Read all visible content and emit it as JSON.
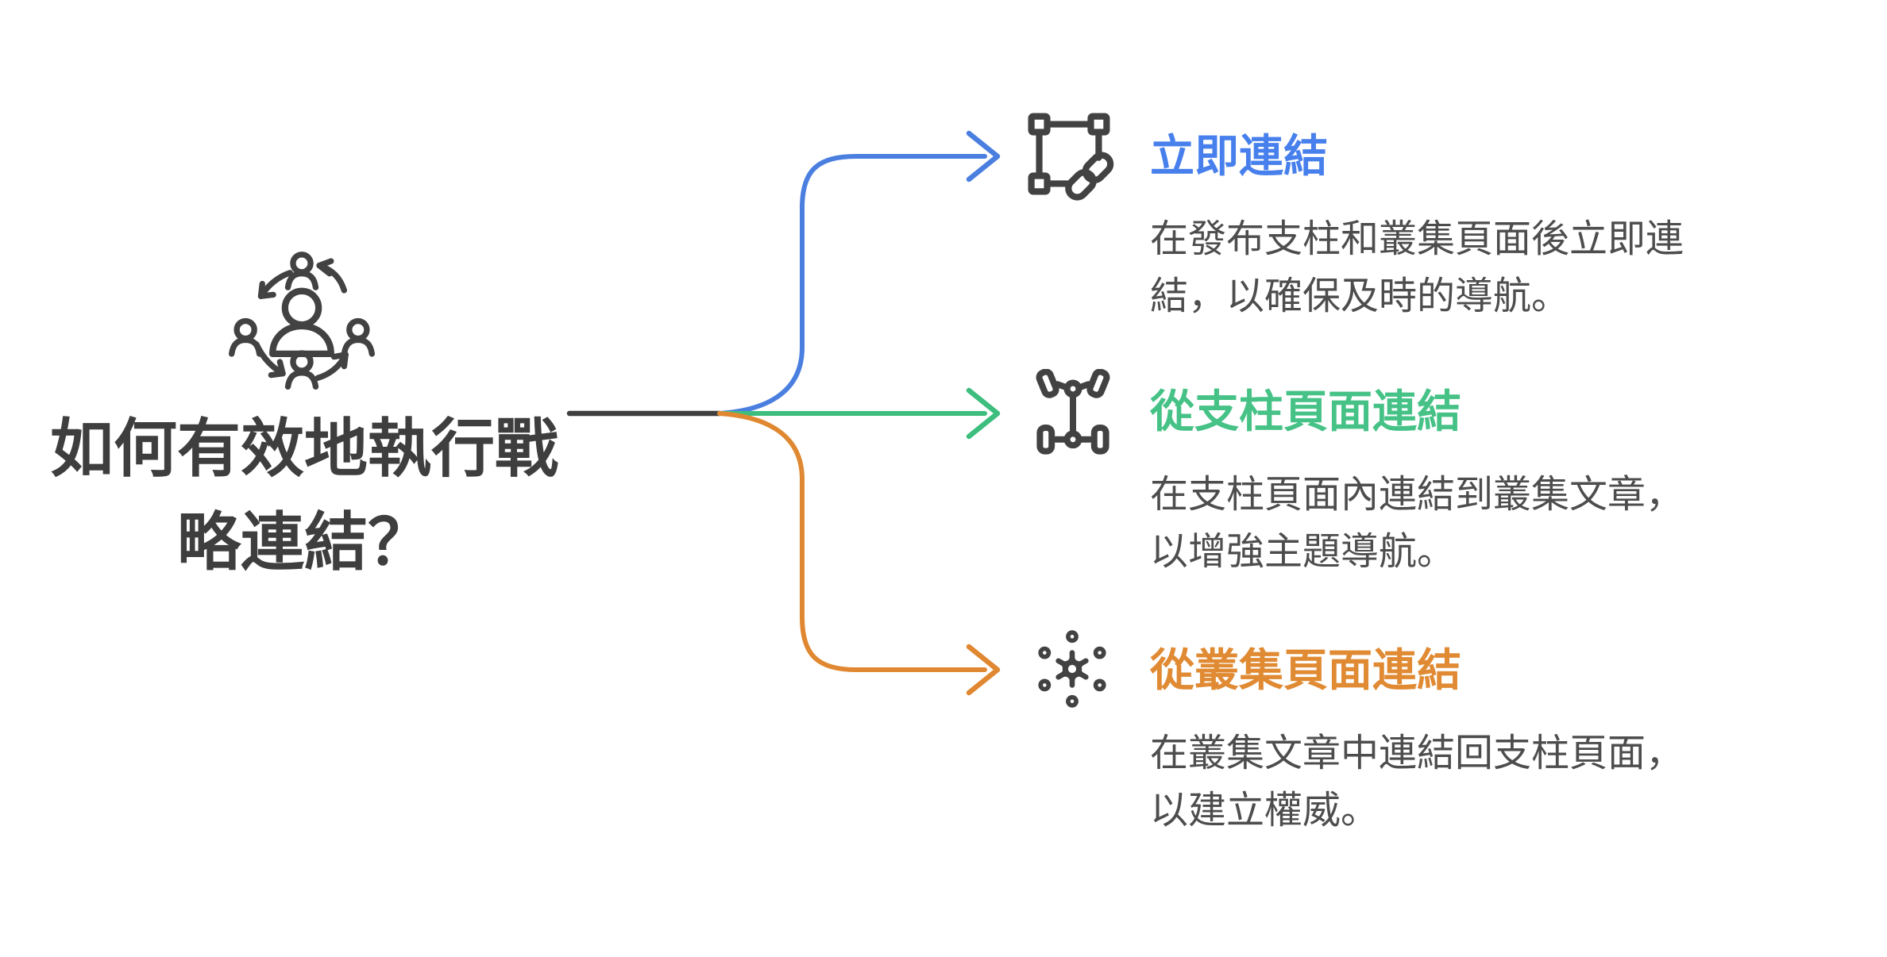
{
  "root": {
    "title": "如何有效地執行戰略連結？",
    "icon": "people-cycle-icon"
  },
  "branches": [
    {
      "id": "immediate-linking",
      "title": "立即連結",
      "description": "在發布支柱和叢集頁面後立即連結，以確保及時的導航。",
      "icon": "selection-link-icon",
      "color": "#4780EC",
      "arrow_color": "#4A7FE0"
    },
    {
      "id": "link-from-pillar-pages",
      "title": "從支柱頁面連結",
      "description": "在支柱頁面內連結到叢集文章，以增強主題導航。",
      "icon": "chassis-icon",
      "color": "#46C287",
      "arrow_color": "#3DBE7E"
    },
    {
      "id": "link-from-cluster-pages",
      "title": "從叢集頁面連結",
      "description": "在叢集文章中連結回支柱頁面，以建立權威。",
      "icon": "hub-arrows-icon",
      "color": "#E08A33",
      "arrow_color": "#E08831"
    }
  ],
  "colors": {
    "ink": "#424242",
    "trunk_line": "#3F3F3F",
    "body_text": "#4D4D4D",
    "root_title": "#3E3E3E",
    "background": "#FFFFFF"
  }
}
